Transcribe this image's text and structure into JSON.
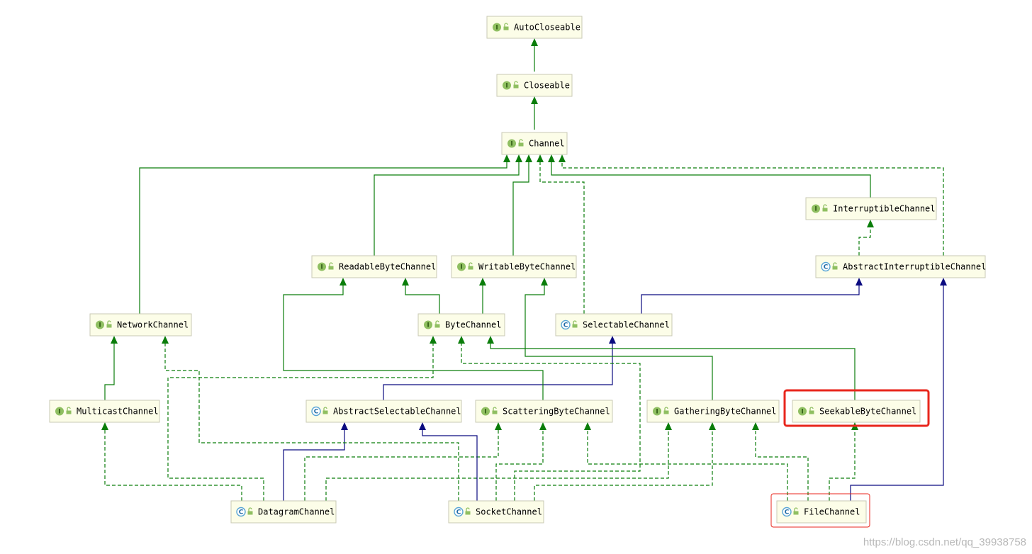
{
  "diagram": {
    "nodes": [
      {
        "id": "AutoCloseable",
        "label": "AutoCloseable",
        "kind": "I"
      },
      {
        "id": "Closeable",
        "label": "Closeable",
        "kind": "I"
      },
      {
        "id": "Channel",
        "label": "Channel",
        "kind": "I"
      },
      {
        "id": "InterruptibleChannel",
        "label": "InterruptibleChannel",
        "kind": "I"
      },
      {
        "id": "AbstractInterruptibleChannel",
        "label": "AbstractInterruptibleChannel",
        "kind": "C"
      },
      {
        "id": "ReadableByteChannel",
        "label": "ReadableByteChannel",
        "kind": "I"
      },
      {
        "id": "WritableByteChannel",
        "label": "WritableByteChannel",
        "kind": "I"
      },
      {
        "id": "NetworkChannel",
        "label": "NetworkChannel",
        "kind": "I"
      },
      {
        "id": "ByteChannel",
        "label": "ByteChannel",
        "kind": "I"
      },
      {
        "id": "SelectableChannel",
        "label": "SelectableChannel",
        "kind": "C"
      },
      {
        "id": "MulticastChannel",
        "label": "MulticastChannel",
        "kind": "I"
      },
      {
        "id": "AbstractSelectableChannel",
        "label": "AbstractSelectableChannel",
        "kind": "C"
      },
      {
        "id": "ScatteringByteChannel",
        "label": "ScatteringByteChannel",
        "kind": "I"
      },
      {
        "id": "GatheringByteChannel",
        "label": "GatheringByteChannel",
        "kind": "I"
      },
      {
        "id": "SeekableByteChannel",
        "label": "SeekableByteChannel",
        "kind": "I"
      },
      {
        "id": "DatagramChannel",
        "label": "DatagramChannel",
        "kind": "C"
      },
      {
        "id": "SocketChannel",
        "label": "SocketChannel",
        "kind": "C"
      },
      {
        "id": "FileChannel",
        "label": "FileChannel",
        "kind": "C"
      }
    ],
    "badge_letters": {
      "I": "I",
      "C": "C"
    },
    "highlighted": [
      "SeekableByteChannel",
      "FileChannel"
    ],
    "colors": {
      "node_fill": "#fcfde8",
      "interface_badge": "#8fbf61",
      "class_badge": "#5aa6d6",
      "extends_edge": "#0a7d0a",
      "class_extends_edge": "#0b0b80",
      "highlight": "#e8261c"
    }
  },
  "watermark": "https://blog.csdn.net/qq_39938758"
}
